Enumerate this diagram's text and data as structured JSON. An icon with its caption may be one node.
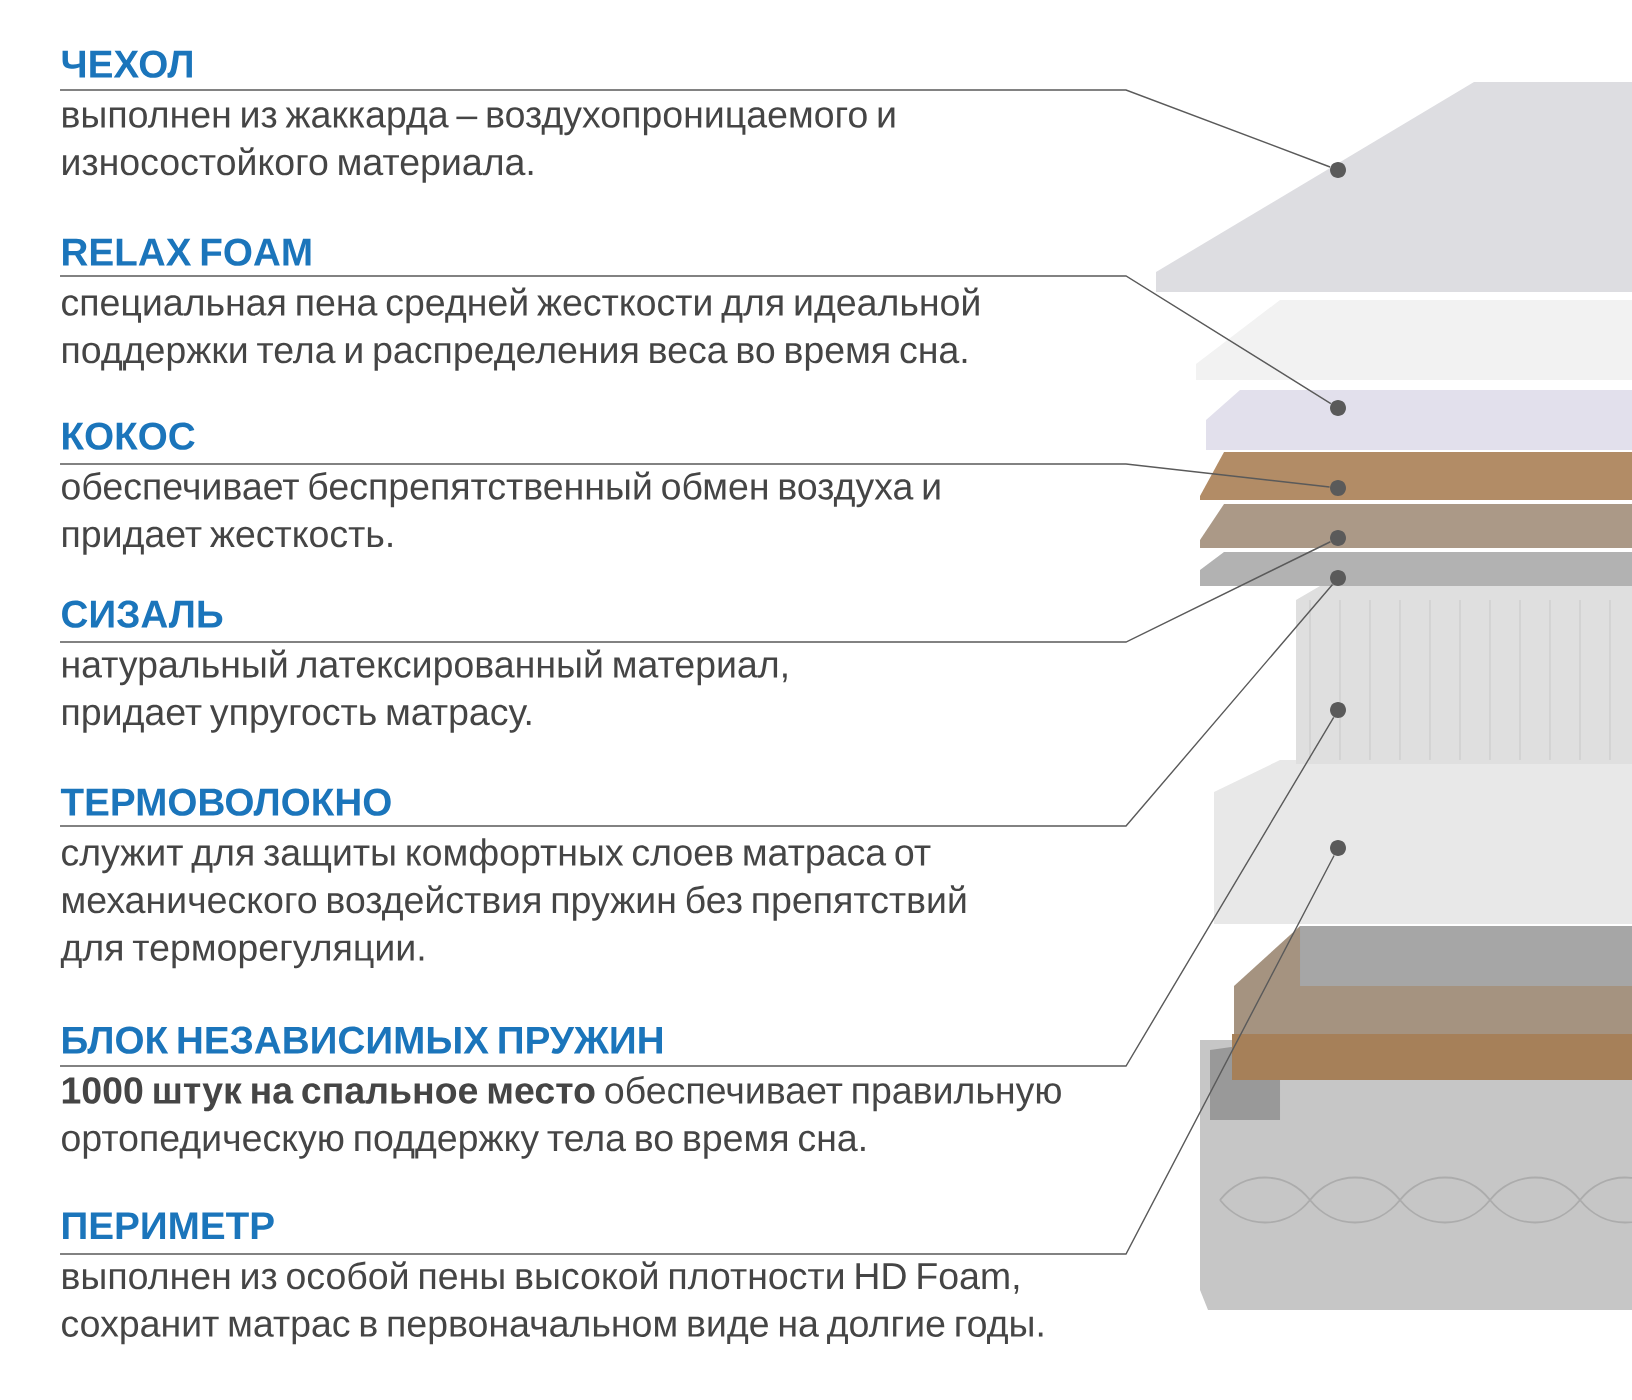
{
  "diagram": {
    "nodes": [
      {
        "text": [
          "ЧЕХОЛ",
          "выполнен из жаккарда – воздухопроницаемого и износостойкого материала."
        ]
      },
      {
        "text": [
          "RELAX FOAM",
          "специальная пена средней жесткости для идеальной поддержки тела и распределения веса во время сна."
        ]
      },
      {
        "text": [
          "КОКОС",
          "обеспечивает беспрепятственный обмен воздуха и придает жесткость."
        ]
      },
      {
        "text": [
          "СИЗАЛЬ",
          "натуральный латексированный материал, придает упругость матрасу."
        ]
      },
      {
        "text": [
          "ТЕРМОВОЛОКНО",
          "служит для защиты комфортных слоев матраса от механического воздействия пружин без препятствий для терморегуляции."
        ]
      },
      {
        "text": [
          "БЛОК НЕЗАВИСИМЫХ ПРУЖИН",
          "**1000 штук на спальное место** обеспечивает правильную ортопедическую поддержку тела во время сна."
        ]
      },
      {
        "text": [
          "ПЕРИМЕТР",
          "выполнен из особой пены высокой плотности HD Foam, сохранит матрас в первоначальном виде на долгие годы."
        ]
      },
      {
        "text": [],
        "shape": "circle"
      },
      {
        "text": [],
        "shape": "circle"
      },
      {
        "text": [],
        "shape": "circle"
      },
      {
        "text": [],
        "shape": "circle"
      },
      {
        "text": [],
        "shape": "circle"
      },
      {
        "text": [],
        "shape": "circle"
      },
      {
        "text": [],
        "shape": "circle"
      }
    ],
    "edges": [
      {
        "from": 0,
        "to": 7,
        "arrow": "none"
      },
      {
        "from": 1,
        "to": 8,
        "arrow": "none"
      },
      {
        "from": 2,
        "to": 9,
        "arrow": "none"
      },
      {
        "from": 3,
        "to": 10,
        "arrow": "none"
      },
      {
        "from": 4,
        "to": 11,
        "arrow": "none"
      },
      {
        "from": 5,
        "to": 12,
        "arrow": "none"
      },
      {
        "from": 6,
        "to": 13,
        "arrow": "none"
      }
    ]
  }
}
